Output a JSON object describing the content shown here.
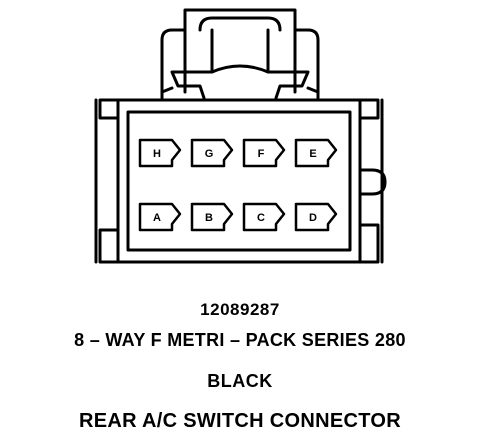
{
  "connector": {
    "pins_top": [
      "H",
      "G",
      "F",
      "E"
    ],
    "pins_bottom": [
      "A",
      "B",
      "C",
      "D"
    ]
  },
  "captions": {
    "part_number": "12089287",
    "description": "8 – WAY F METRI – PACK SERIES 280",
    "color": "BLACK",
    "title": "REAR A/C SWITCH CONNECTOR"
  },
  "colors": {
    "ink": "#000000",
    "background": "#ffffff"
  }
}
